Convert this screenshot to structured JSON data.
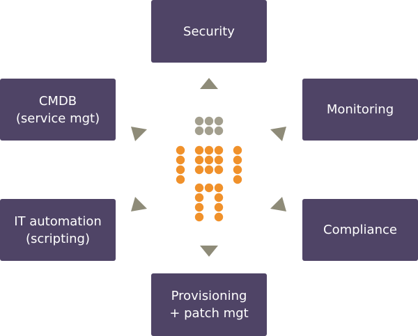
{
  "colors": {
    "box_fill": "#4f4466",
    "box_text": "#ffffff",
    "arrow": "#8e8b78",
    "head_dots": "#a39f8e",
    "body_dots": "#f0912b",
    "background": "#ffffff"
  },
  "boxes": {
    "security": {
      "lines": [
        "Security"
      ]
    },
    "cmdb": {
      "lines": [
        "CMDB",
        "(service mgt)"
      ]
    },
    "monitoring": {
      "lines": [
        "Monitoring"
      ]
    },
    "it_automation": {
      "lines": [
        "IT automation",
        "(scripting)"
      ]
    },
    "compliance": {
      "lines": [
        "Compliance"
      ]
    },
    "provisioning": {
      "lines": [
        "Provisioning",
        "+ patch mgt"
      ]
    }
  },
  "icons": {
    "center": "dot-person-icon",
    "arrows": [
      "arrow-up-icon",
      "arrow-down-icon",
      "arrow-upper-left-icon",
      "arrow-upper-right-icon",
      "arrow-lower-left-icon",
      "arrow-lower-right-icon"
    ]
  }
}
